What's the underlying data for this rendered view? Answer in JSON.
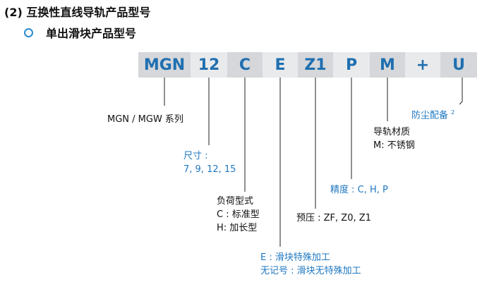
{
  "title": "(2) 互换性直线导轨产品型号",
  "subtitle": "单出滑块产品型号",
  "code_parts": [
    "MGN",
    "12",
    "C",
    "E",
    "Z1",
    "P",
    "M",
    "+",
    "U"
  ],
  "labels": {
    "series": "MGN / MGW 系列",
    "size_title": "尺寸 :",
    "size_values": "7, 9, 12, 15",
    "load_title": "负荷型式",
    "load_c": "C : 标准型",
    "load_h": "H: 加长型",
    "special_e": "E : 滑块特殊加工",
    "special_none": "无记号 : 滑块无特殊加工",
    "preload": "预压 : ZF, Z0, Z1",
    "precision": "精度 : C, H, P",
    "rail_title": "导轨材质",
    "rail_m": "M: 不锈钢",
    "dust": "防尘配备",
    "dust_note": "2"
  },
  "colors": {
    "code_text": "#1f6fb0",
    "accent": "#1f78c1"
  }
}
